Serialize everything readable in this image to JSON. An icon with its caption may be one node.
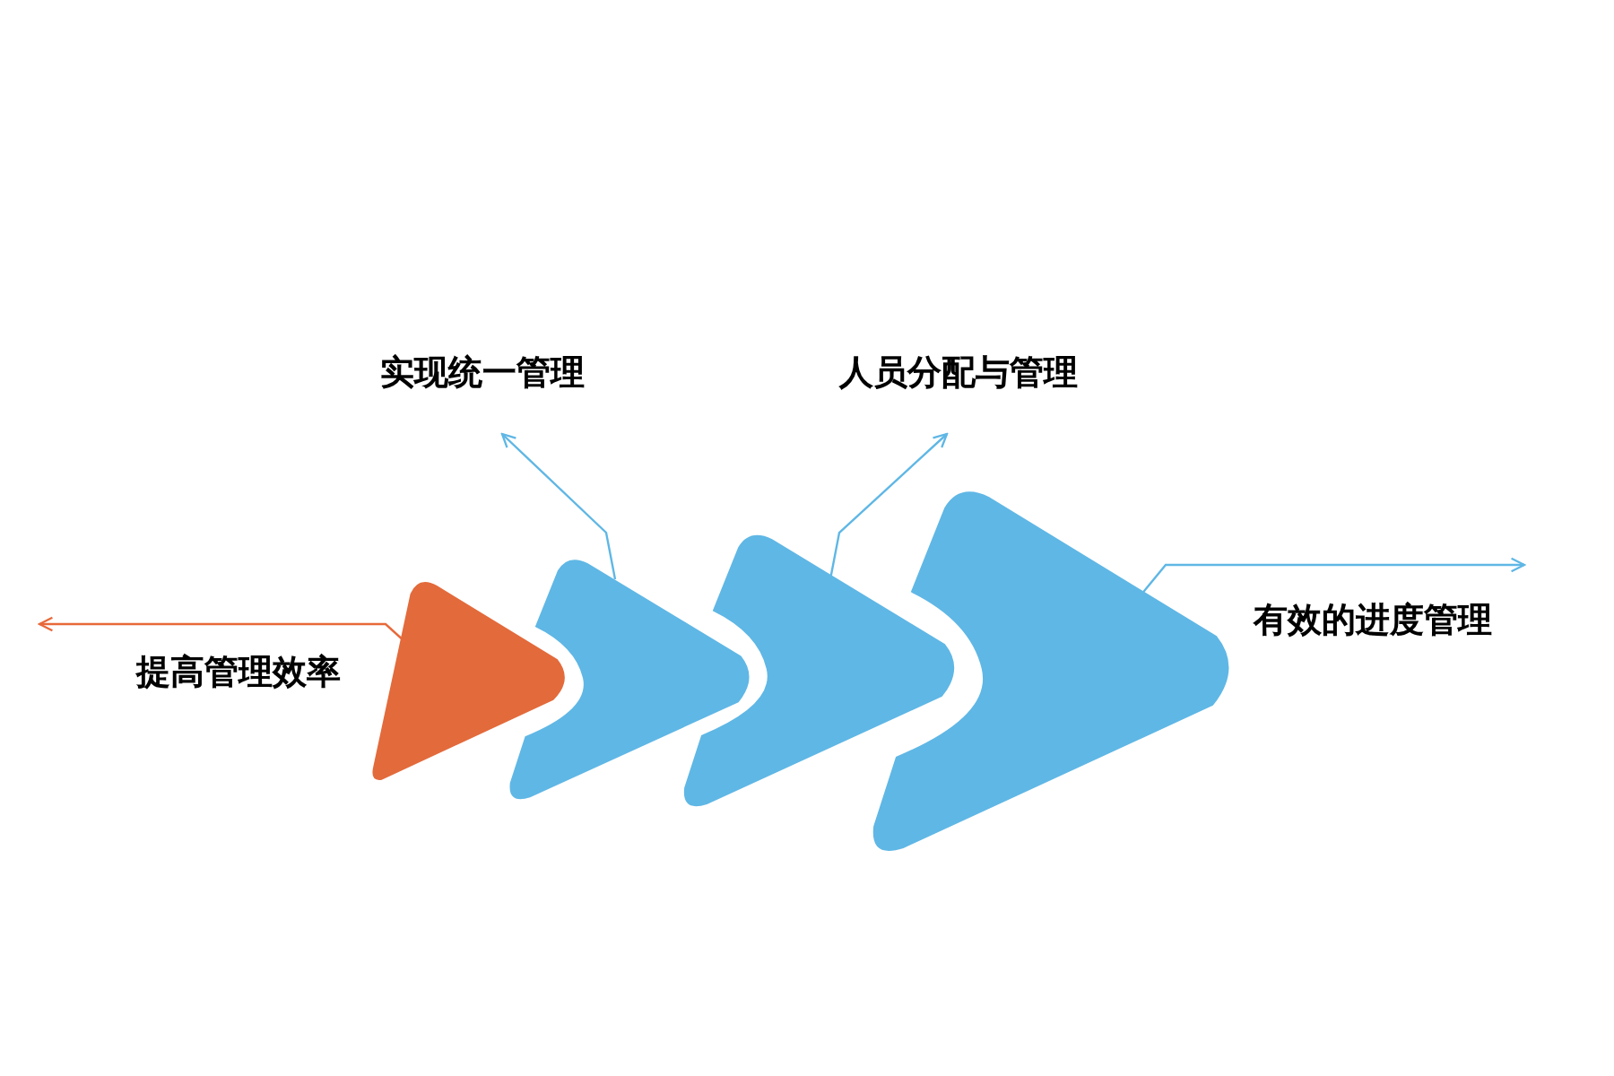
{
  "diagram": {
    "nodes": [
      {
        "text": [],
        "shape": "triangle"
      },
      {
        "text": [],
        "shape": "chevron"
      },
      {
        "text": [],
        "shape": "chevron"
      },
      {
        "text": [],
        "shape": "chevron"
      },
      {
        "text": [
          "提高管理效率"
        ]
      },
      {
        "text": [
          "实现统一管理"
        ]
      },
      {
        "text": [
          "人员分配与管理"
        ]
      },
      {
        "text": [
          "有效的进度管理"
        ]
      }
    ],
    "edges": [
      {
        "from": 0,
        "to": 4,
        "arrow": "to",
        "color": "#e8693a"
      },
      {
        "from": 1,
        "to": 5,
        "arrow": "to"
      },
      {
        "from": 2,
        "to": 6,
        "arrow": "to"
      },
      {
        "from": 3,
        "to": 7,
        "arrow": "to"
      }
    ]
  }
}
